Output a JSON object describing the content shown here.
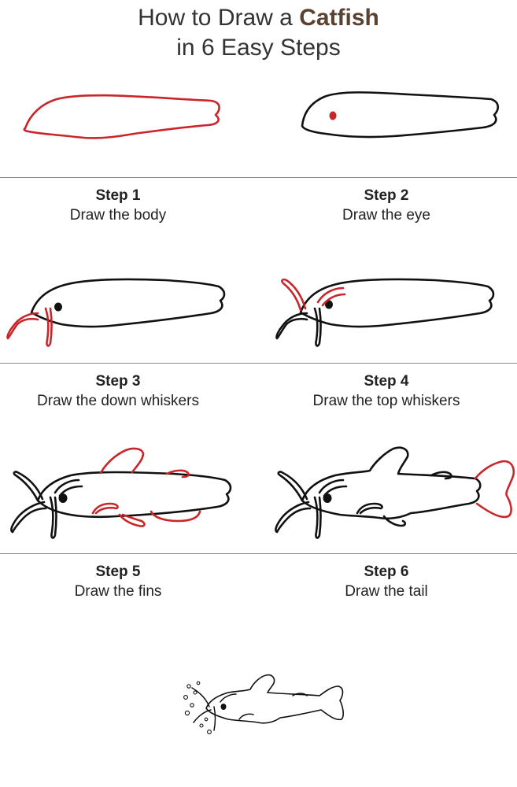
{
  "title": {
    "line1_prefix": "How to Draw a ",
    "line1_bold": "Catfish",
    "line2": "in 6 Easy Steps"
  },
  "colors": {
    "accent": "#5a4232",
    "new_stroke_red": "#c8262b",
    "outline_black": "#111111"
  },
  "steps": [
    {
      "label": "Step 1",
      "text": "Draw the body"
    },
    {
      "label": "Step 2",
      "text": "Draw the eye"
    },
    {
      "label": "Step 3",
      "text": "Draw the down whiskers"
    },
    {
      "label": "Step 4",
      "text": "Draw the top whiskers"
    },
    {
      "label": "Step 5",
      "text": "Draw the fins"
    },
    {
      "label": "Step 6",
      "text": "Draw the tail"
    }
  ]
}
